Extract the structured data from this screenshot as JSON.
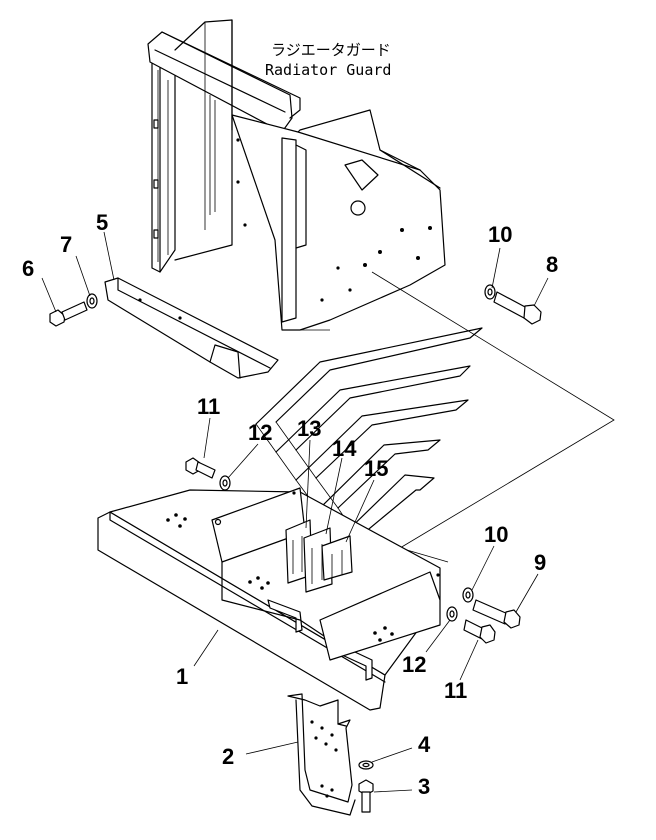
{
  "title": {
    "japanese": "ラジエータガード",
    "english": "Radiator Guard"
  },
  "callouts": {
    "c1": "1",
    "c2": "2",
    "c3": "3",
    "c4": "4",
    "c5": "5",
    "c6": "6",
    "c7": "7",
    "c8": "8",
    "c9": "9",
    "c10a": "10",
    "c10b": "10",
    "c11a": "11",
    "c11b": "11",
    "c12a": "12",
    "c12b": "12",
    "c13": "13",
    "c14": "14",
    "c15": "15"
  }
}
